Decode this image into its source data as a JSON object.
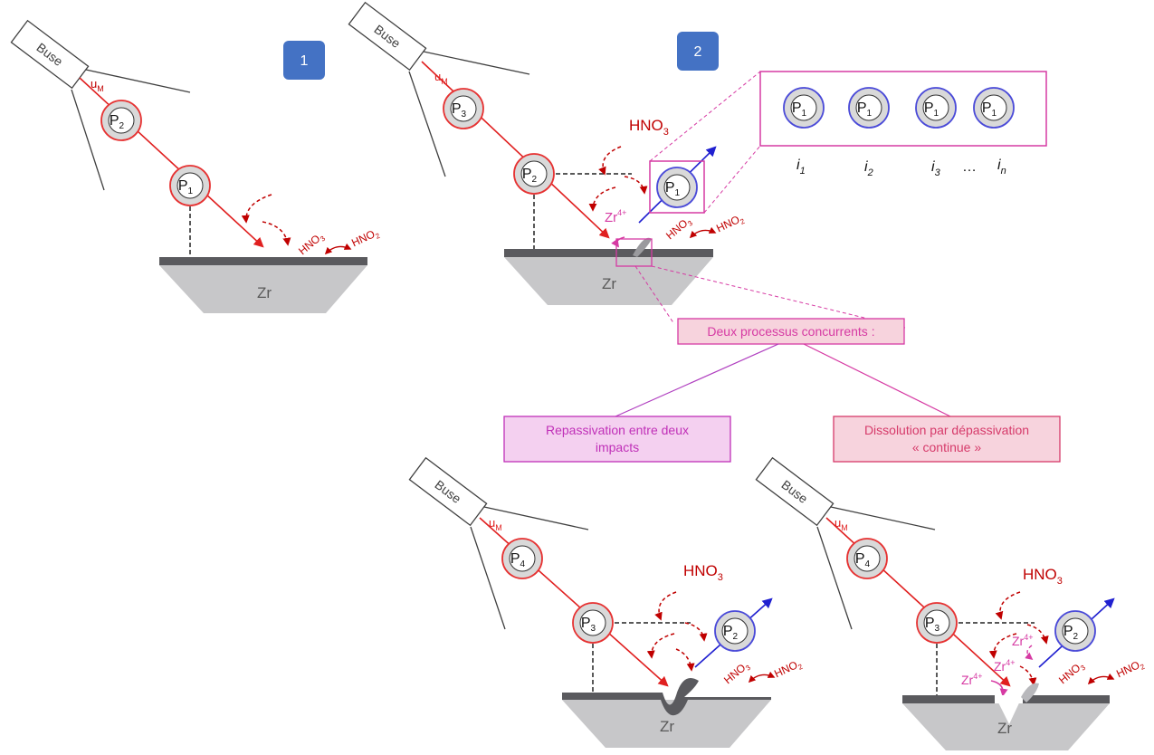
{
  "labels": {
    "step1": "1",
    "step2": "2",
    "nozzle": "Buse",
    "velocity": "u",
    "velocity_sub": "M",
    "particle": "P",
    "substrate": "Zr",
    "acid": "HNO",
    "acid_sub": "3",
    "nitrous": "HNO",
    "nitrous_sub": "2",
    "zr_ion": "Zr",
    "zr_ion_sup": "4+",
    "impact_indices": [
      "1",
      "2",
      "3",
      "n"
    ],
    "impact_letter": "i",
    "ellipsis": "…"
  },
  "boxes": {
    "competing": "Deux processus concurrents :",
    "repassivation": [
      "Repassivation entre deux",
      "impacts"
    ],
    "dissolution": [
      "Dissolution par dépassivation",
      "« continue »"
    ]
  },
  "colors": {
    "badge": "#4472c4",
    "particle_red": "#e63232",
    "particle_blue": "#4a4ad8",
    "acid_red": "#c00000",
    "magenta": "#d63aa3",
    "substrate": "#c7c7c9",
    "surface": "#5a5a5e",
    "box_purple_fill": "#f4d0f0",
    "box_pink_fill": "#f7d3dd"
  }
}
